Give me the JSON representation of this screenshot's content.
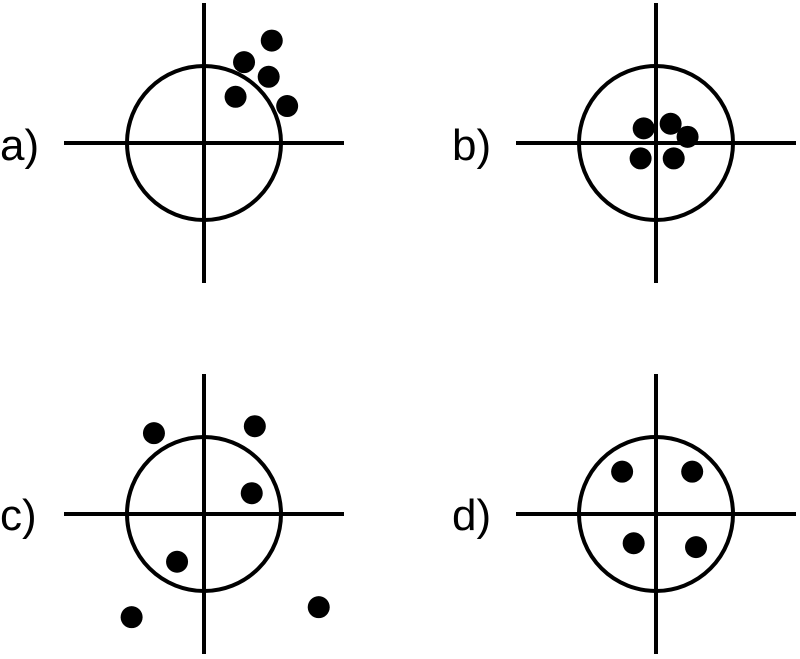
{
  "colors": {
    "ink": "#000000",
    "background": "#ffffff"
  },
  "panels": [
    {
      "id": "a",
      "label": "a)",
      "points": [
        {
          "x": 0.88,
          "y": 1.33
        },
        {
          "x": 0.52,
          "y": 1.05
        },
        {
          "x": 0.84,
          "y": 0.86
        },
        {
          "x": 1.08,
          "y": 0.48
        },
        {
          "x": 0.41,
          "y": 0.6
        }
      ]
    },
    {
      "id": "b",
      "label": "b)",
      "points": [
        {
          "x": -0.16,
          "y": 0.19
        },
        {
          "x": 0.19,
          "y": 0.25
        },
        {
          "x": 0.41,
          "y": 0.08
        },
        {
          "x": -0.2,
          "y": -0.2
        },
        {
          "x": 0.23,
          "y": -0.2
        }
      ]
    },
    {
      "id": "c",
      "label": "c)",
      "points": [
        {
          "x": -0.65,
          "y": 1.05
        },
        {
          "x": 0.66,
          "y": 1.14
        },
        {
          "x": 0.62,
          "y": 0.27
        },
        {
          "x": -0.35,
          "y": -0.62
        },
        {
          "x": -0.94,
          "y": -1.34
        },
        {
          "x": 1.49,
          "y": -1.21
        }
      ]
    },
    {
      "id": "d",
      "label": "d)",
      "points": [
        {
          "x": -0.44,
          "y": 0.55
        },
        {
          "x": 0.47,
          "y": 0.55
        },
        {
          "x": -0.29,
          "y": -0.38
        },
        {
          "x": 0.52,
          "y": -0.43
        }
      ]
    }
  ]
}
